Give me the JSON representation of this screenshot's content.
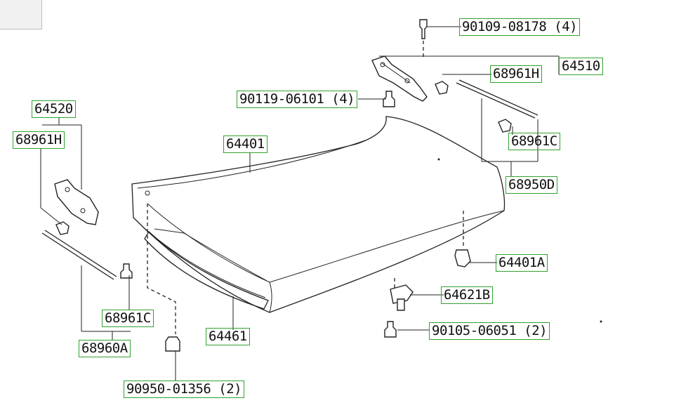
{
  "diagram": {
    "labels": {
      "bolt_top": "90109-08178 (4)",
      "hinge_right": "64510",
      "cushion_right_h": "68961H",
      "bolt_hinge_right": "90119-06101 (4)",
      "hinge_left": "64520",
      "cushion_left_h": "68961H",
      "lid": "64401",
      "cushion_right_c": "68961C",
      "stay_right": "68950D",
      "bumper": "64401A",
      "lock": "64621B",
      "bolt_lock": "90105-06051 (2)",
      "cushion_left_c": "68961C",
      "weatherstrip": "64461",
      "stay_left": "68960A",
      "nut": "90950-01356 (2)"
    }
  }
}
